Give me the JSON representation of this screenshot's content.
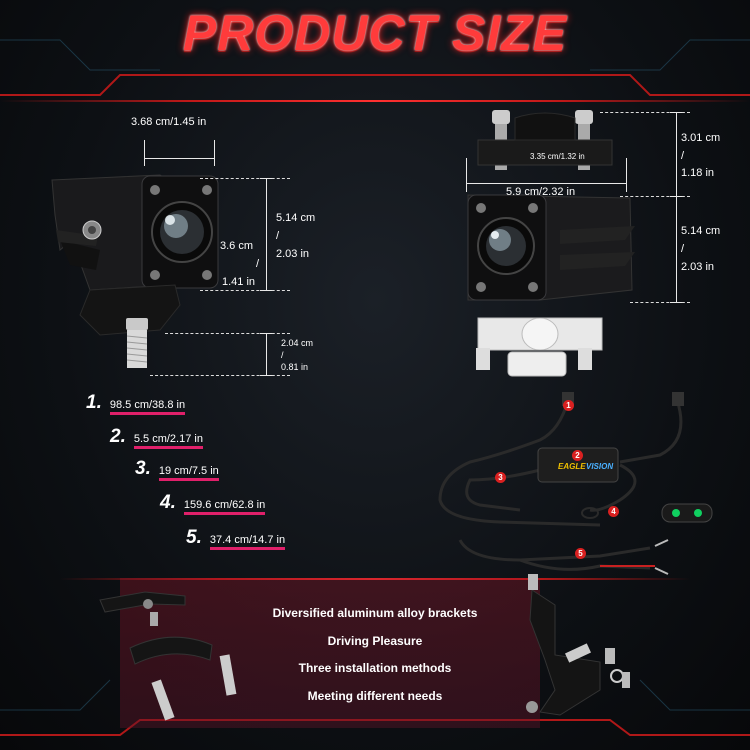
{
  "title": "PRODUCT SIZE",
  "left_light": {
    "width": "3.68 cm/1.45 in",
    "body_height_cm": "5.14 cm",
    "body_height_in": "2.03 in",
    "face_height_cm": "3.6 cm",
    "face_height_in": "1.41 in",
    "bolt_cm": "2.04 cm",
    "bolt_in": "0.81 in",
    "slash": "/"
  },
  "right_light": {
    "clamp_width": "3.35 cm/1.32 in",
    "body_width": "5.9 cm/2.32 in",
    "clamp_height_cm": "3.01 cm",
    "clamp_height_in": "1.18 in",
    "body_height_cm": "5.14 cm",
    "body_height_in": "2.03 in",
    "slash": "/"
  },
  "cables": [
    {
      "num": "1.",
      "length": "98.5 cm/38.8 in"
    },
    {
      "num": "2.",
      "length": "5.5 cm/2.17 in"
    },
    {
      "num": "3.",
      "length": "19 cm/7.5 in"
    },
    {
      "num": "4.",
      "length": "159.6 cm/62.8 in"
    },
    {
      "num": "5.",
      "length": "37.4 cm/14.7 in"
    }
  ],
  "wiring": {
    "markers": [
      "1",
      "2",
      "3",
      "4",
      "5"
    ],
    "relay_brand": "EAGLEVISION"
  },
  "features": [
    "Diversified aluminum alloy brackets",
    "Driving Pleasure",
    "Three installation methods",
    "Meeting different needs"
  ],
  "colors": {
    "accent_red": "#ff3b3b",
    "underline_pink": "#e0206a",
    "marker_red": "#d92020",
    "switch_green": "#10d060"
  }
}
